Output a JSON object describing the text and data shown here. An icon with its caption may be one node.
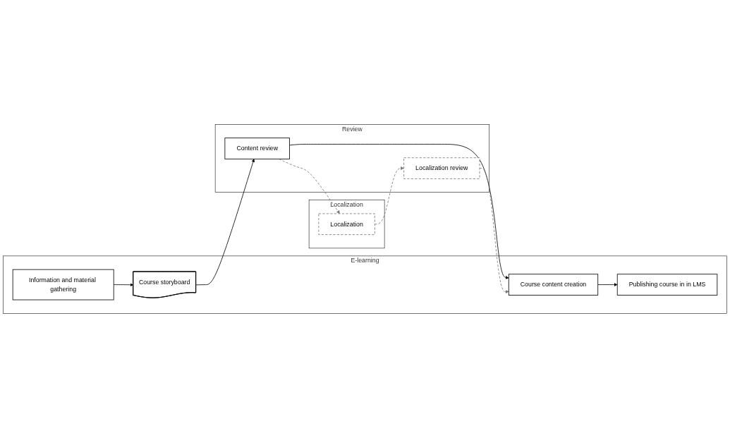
{
  "diagram": {
    "nodes": [
      {
        "text": [
          "E-learning"
        ]
      },
      {
        "text": [
          "Information and material gathering"
        ],
        "in": 0
      },
      {
        "text": [
          "Course storyboard"
        ],
        "in": 0
      },
      {
        "text": [
          "Course content creation"
        ],
        "in": 0
      },
      {
        "text": [
          "Publishing course in in LMS"
        ],
        "in": 0
      },
      {
        "text": [
          "Review"
        ]
      },
      {
        "text": [
          "Content review"
        ],
        "in": 5
      },
      {
        "text": [
          "Localization review"
        ],
        "in": 5
      },
      {
        "text": [
          "Localization"
        ]
      },
      {
        "text": [
          "Localization"
        ],
        "in": 8
      }
    ],
    "edges": [
      {
        "from": 1,
        "to": 2,
        "arrow": "to"
      },
      {
        "from": 2,
        "to": 6,
        "arrow": "to"
      },
      {
        "from": 6,
        "to": 3,
        "arrow": "to"
      },
      {
        "from": 7,
        "to": 3,
        "arrow": "to",
        "style": "dashed",
        "color": "#777777"
      },
      {
        "from": 3,
        "to": 4,
        "arrow": "to"
      },
      {
        "from": 6,
        "to": 9,
        "arrow": "to",
        "style": "dashed",
        "color": "#777777"
      },
      {
        "from": 9,
        "to": 7,
        "arrow": "to",
        "style": "dashed",
        "color": "#777777"
      }
    ]
  }
}
